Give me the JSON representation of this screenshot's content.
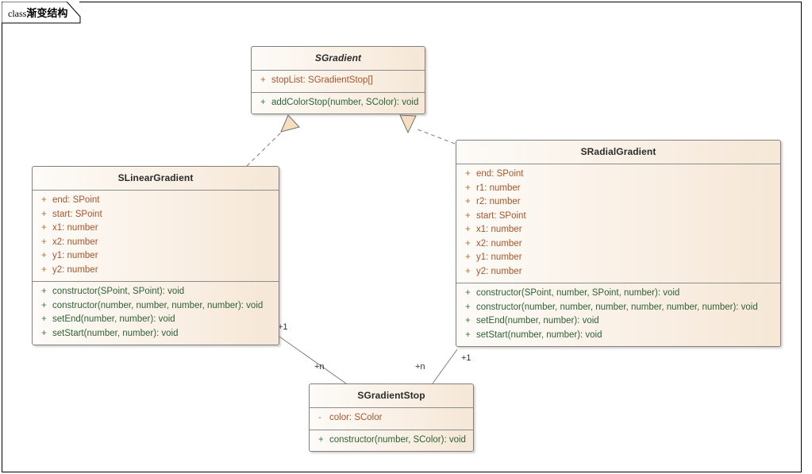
{
  "frame": {
    "keyword": "class",
    "name": "渐变结构"
  },
  "colors": {
    "box_border": "#808080",
    "box_fill_light": "#fdfbf8",
    "box_fill_dark": "#f6e7d6",
    "attribute_text": "#a8552a",
    "method_text": "#2f6137",
    "title_text": "#2b2b2b",
    "connector_line": "#7a7a7a",
    "arrow_fill": "#f6dfbe"
  },
  "classes": [
    {
      "id": "sgradient",
      "name": "SGradient",
      "abstract": true,
      "attributes": [
        {
          "visibility": "+",
          "signature": "stopList: SGradientStop[]"
        }
      ],
      "methods": [
        {
          "visibility": "+",
          "signature": "addColorStop(number, SColor): void"
        }
      ]
    },
    {
      "id": "slineargradient",
      "name": "SLinearGradient",
      "abstract": false,
      "attributes": [
        {
          "visibility": "+",
          "signature": "end: SPoint"
        },
        {
          "visibility": "+",
          "signature": "start: SPoint"
        },
        {
          "visibility": "+",
          "signature": "x1: number"
        },
        {
          "visibility": "+",
          "signature": "x2: number"
        },
        {
          "visibility": "+",
          "signature": "y1: number"
        },
        {
          "visibility": "+",
          "signature": "y2: number"
        }
      ],
      "methods": [
        {
          "visibility": "+",
          "signature": "constructor(SPoint, SPoint): void"
        },
        {
          "visibility": "+",
          "signature": "constructor(number, number, number, number): void"
        },
        {
          "visibility": "+",
          "signature": "setEnd(number, number): void"
        },
        {
          "visibility": "+",
          "signature": "setStart(number, number): void"
        }
      ]
    },
    {
      "id": "sradialgradient",
      "name": "SRadialGradient",
      "abstract": false,
      "attributes": [
        {
          "visibility": "+",
          "signature": "end: SPoint"
        },
        {
          "visibility": "+",
          "signature": "r1: number"
        },
        {
          "visibility": "+",
          "signature": "r2: number"
        },
        {
          "visibility": "+",
          "signature": "start: SPoint"
        },
        {
          "visibility": "+",
          "signature": "x1: number"
        },
        {
          "visibility": "+",
          "signature": "x2: number"
        },
        {
          "visibility": "+",
          "signature": "y1: number"
        },
        {
          "visibility": "+",
          "signature": "y2: number"
        }
      ],
      "methods": [
        {
          "visibility": "+",
          "signature": "constructor(SPoint, number, SPoint, number): void"
        },
        {
          "visibility": "+",
          "signature": "constructor(number, number, number, number, number, number): void"
        },
        {
          "visibility": "+",
          "signature": "setEnd(number, number): void"
        },
        {
          "visibility": "+",
          "signature": "setStart(number, number): void"
        }
      ]
    },
    {
      "id": "sgradientstop",
      "name": "SGradientStop",
      "abstract": false,
      "attributes": [
        {
          "visibility": "-",
          "signature": "color: SColor"
        }
      ],
      "methods": [
        {
          "visibility": "+",
          "signature": "constructor(number, SColor): void"
        }
      ]
    }
  ],
  "relations": [
    {
      "id": "rel-linear-gradient",
      "type": "realization",
      "from": "SLinearGradient",
      "to": "SGradient",
      "style": "dashed",
      "arrow": "hollow-triangle"
    },
    {
      "id": "rel-radial-gradient",
      "type": "realization",
      "from": "SRadialGradient",
      "to": "SGradient",
      "style": "dashed",
      "arrow": "hollow-triangle"
    },
    {
      "id": "rel-linear-stop",
      "type": "association",
      "from": "SLinearGradient",
      "to": "SGradientStop",
      "style": "solid",
      "arrow": "none",
      "source_multiplicity": "+1",
      "target_multiplicity": "+n"
    },
    {
      "id": "rel-radial-stop",
      "type": "association",
      "from": "SRadialGradient",
      "to": "SGradientStop",
      "style": "solid",
      "arrow": "none",
      "source_multiplicity": "+1",
      "target_multiplicity": "+n"
    }
  ],
  "multiplicity_labels": [
    {
      "id": "mult-linear-source",
      "text": "+1"
    },
    {
      "id": "mult-linear-target",
      "text": "+n"
    },
    {
      "id": "mult-radial-target",
      "text": "+n"
    },
    {
      "id": "mult-radial-source",
      "text": "+1"
    }
  ]
}
